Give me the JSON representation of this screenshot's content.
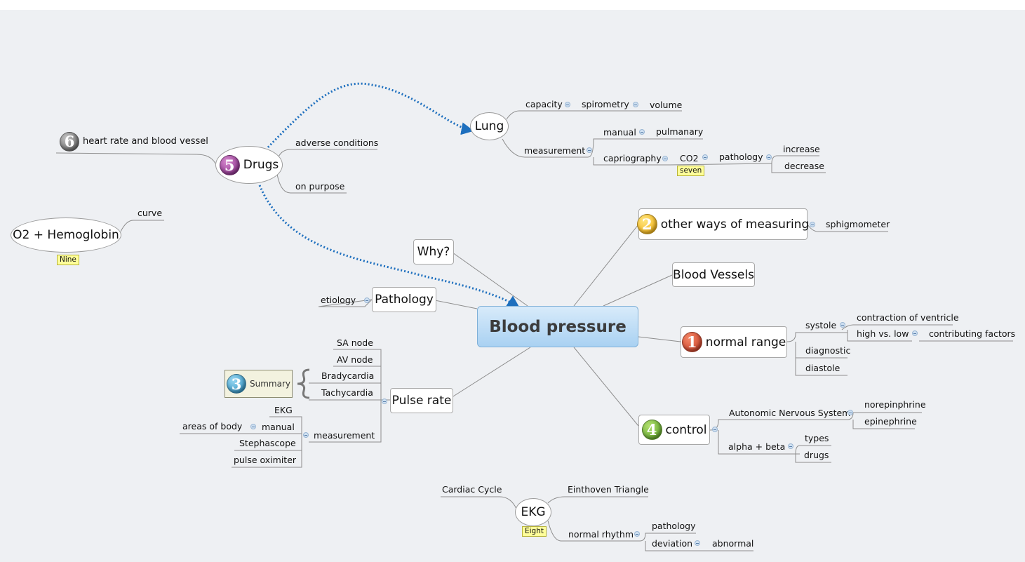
{
  "central": {
    "label": "Blood pressure"
  },
  "topics": {
    "other_ways": {
      "number": "2",
      "label": "other ways of measuring",
      "child": "sphigmometer"
    },
    "blood_vessels": {
      "label": "Blood Vessels"
    },
    "normal_range": {
      "number": "1",
      "label": "normal range"
    },
    "control": {
      "number": "4",
      "label": "control"
    },
    "pulse_rate": {
      "label": "Pulse rate"
    },
    "pathology": {
      "label": "Pathology",
      "child": "etiology"
    },
    "why": {
      "label": "Why?"
    }
  },
  "floating": {
    "drugs": {
      "number": "5",
      "label": "Drugs"
    },
    "lung": {
      "label": "Lung"
    },
    "o2": {
      "label": "O2 + Hemoglobin",
      "tag": "Nine",
      "curve": "curve"
    },
    "ekg": {
      "label": "EKG",
      "tag": "Eight"
    },
    "heart_rate": {
      "number": "6",
      "label": "heart rate and blood vessel"
    }
  },
  "summary": {
    "number": "3",
    "label": "Summary"
  },
  "lung": {
    "capacity": "capacity",
    "spirometry": "spirometry",
    "volume": "volume",
    "manual": "manual",
    "pulmanary": "pulmanary",
    "measurement": "measurement",
    "capriography": "capriography",
    "co2": "CO2",
    "co2_tag": "seven",
    "pathology": "pathology",
    "increase": "increase",
    "decrease": "decrease"
  },
  "drugs": {
    "adverse": "adverse conditions",
    "on_purpose": "on purpose"
  },
  "normal_range": {
    "systole": "systole",
    "contraction": "contraction of ventricle",
    "high_low": "high vs. low",
    "contributing": "contributing factors",
    "diagnostic": "diagnostic",
    "diastole": "diastole"
  },
  "control": {
    "autonomic": "Autonomic Nervous System",
    "norepinphrine": "norepinphrine",
    "epinephrine": "epinephrine",
    "alpha_beta": "alpha + beta",
    "types": "types",
    "drugs": "drugs"
  },
  "pulse": {
    "sa_node": "SA node",
    "av_node": "AV node",
    "bradycardia": "Bradycardia",
    "tachycardia": "Tachycardia",
    "measurement": "measurement",
    "ekg": "EKG",
    "manual": "manual",
    "areas": "areas of body",
    "stephascope": "Stephascope",
    "oximiter": "pulse oximiter"
  },
  "ekg": {
    "cardiac": "Cardiac Cycle",
    "einthoven": "Einthoven Triangle",
    "normal_rhythm": "normal rhythm",
    "pathology": "pathology",
    "deviation": "deviation",
    "abnormal": "abnormal"
  }
}
